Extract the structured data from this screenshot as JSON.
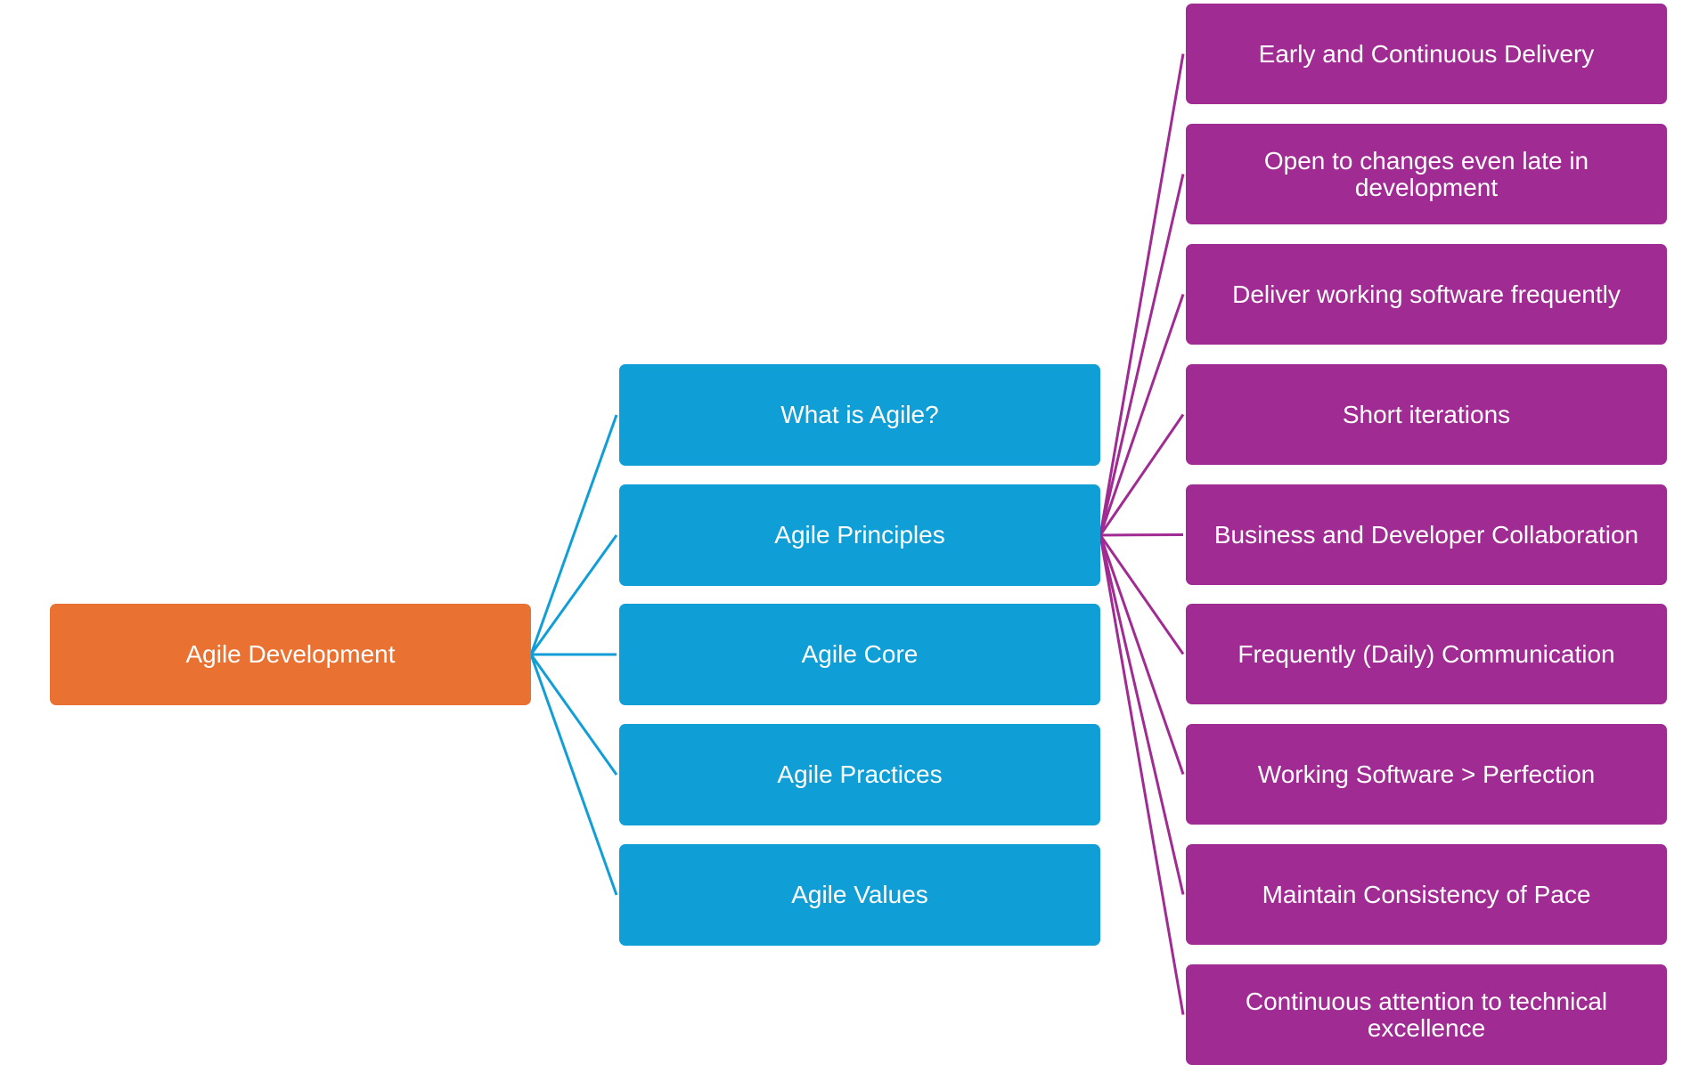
{
  "diagram": {
    "root": {
      "label": "Agile Development",
      "color": "#e97132"
    },
    "branch_color": "#109ed6",
    "leaf_color": "#a02b93",
    "branches": [
      {
        "label": "What is Agile?"
      },
      {
        "label": "Agile Principles"
      },
      {
        "label": "Agile Core"
      },
      {
        "label": "Agile Practices"
      },
      {
        "label": "Agile Values"
      }
    ],
    "expanded_branch_index": 1,
    "leaves": [
      {
        "label": "Early and Continuous Delivery"
      },
      {
        "label": "Open to changes even late in development"
      },
      {
        "label": "Deliver working software frequently"
      },
      {
        "label": "Short iterations"
      },
      {
        "label": "Business and Developer Collaboration"
      },
      {
        "label": "Frequently (Daily) Communication"
      },
      {
        "label": "Working Software > Perfection"
      },
      {
        "label": "Maintain Consistency of Pace"
      },
      {
        "label": "Continuous attention to technical excellence"
      }
    ]
  }
}
